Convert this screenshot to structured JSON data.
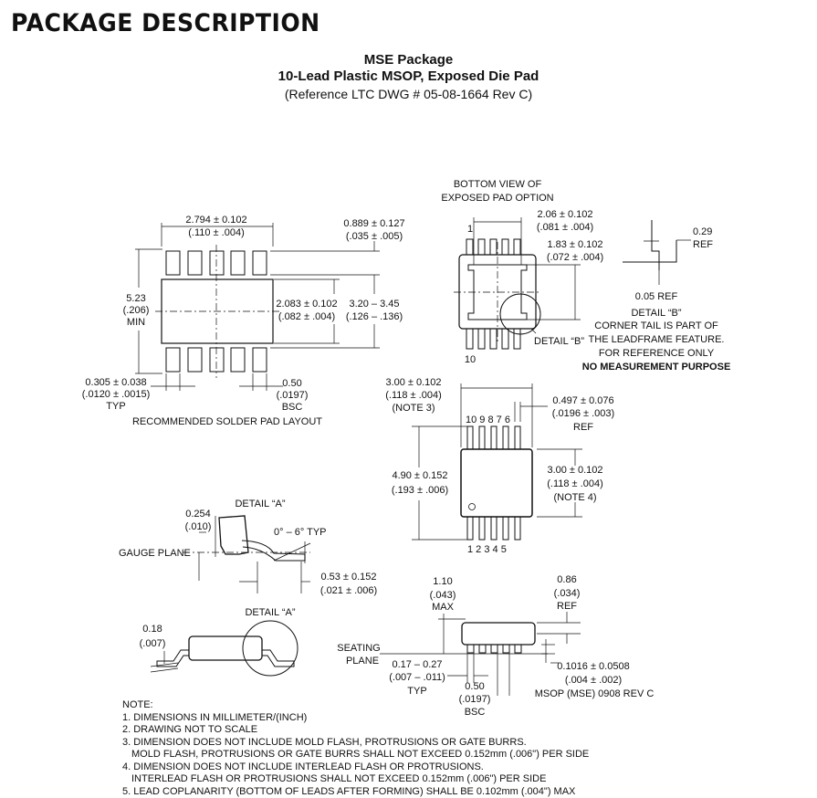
{
  "heading": "PACKAGE DESCRIPTION",
  "title": {
    "line1": "MSE Package",
    "line2": "10-Lead Plastic MSOP, Exposed Die Pad",
    "line3": "(Reference LTC DWG # 05-08-1664 Rev C)"
  },
  "solder_layout": {
    "dim_top": "2.794 ± 0.102",
    "dim_top_in": "(.110 ± .004)",
    "dim_pad_h": "0.889 ± 0.127",
    "dim_pad_h_in": "(.035 ± .005)",
    "dim_left": "5.23",
    "dim_left_in": "(.206)",
    "dim_left_min": "MIN",
    "dim_mid": "2.083 ± 0.102",
    "dim_mid_in": "(.082 ± .004)",
    "dim_span": "3.20 – 3.45",
    "dim_span_in": "(.126 – .136)",
    "dim_width": "0.305 ± 0.038",
    "dim_width_in": "(.0120 ± .0015)",
    "dim_width_typ": "TYP",
    "dim_pitch": "0.50",
    "dim_pitch_in": "(.0197)",
    "dim_pitch_bsc": "BSC",
    "caption": "RECOMMENDED SOLDER PAD LAYOUT"
  },
  "bottom_view": {
    "label1": "BOTTOM VIEW OF",
    "label2": "EXPOSED PAD OPTION",
    "pin1": "1",
    "pin10": "10",
    "dim_a": "2.06 ± 0.102",
    "dim_a_in": "(.081 ± .004)",
    "dim_b": "1.83 ± 0.102",
    "dim_b_in": "(.072 ± .004)",
    "detail_b": "DETAIL “B”"
  },
  "detail_b_box": {
    "dim": "0.29",
    "ref": "REF",
    "dim2": "0.05 REF",
    "label": "DETAIL “B”",
    "note1": "CORNER TAIL IS PART OF",
    "note2": "THE LEADFRAME FEATURE.",
    "note3": "FOR REFERENCE ONLY",
    "note4": "NO MEASUREMENT PURPOSE"
  },
  "top_view": {
    "dim_w": "3.00 ± 0.102",
    "dim_w_in": "(.118 ± .004)",
    "dim_w_note": "(NOTE 3)",
    "dim_lead": "0.497 ± 0.076",
    "dim_lead_in": "(.0196 ± .003)",
    "dim_lead_ref": "REF",
    "pins_top": "10 9 8 7 6",
    "pins_bottom": "1 2 3 4 5",
    "dim_h": "4.90 ± 0.152",
    "dim_h_in": "(.193 ± .006)",
    "dim_body": "3.00 ± 0.102",
    "dim_body_in": "(.118 ± .004)",
    "dim_body_note": "(NOTE 4)"
  },
  "gauge": {
    "dim_254": "0.254",
    "dim_254_in": "(.010)",
    "detail_a": "DETAIL “A”",
    "angle": "0° – 6° TYP",
    "gauge_plane": "GAUGE PLANE",
    "dim_53": "0.53 ± 0.152",
    "dim_53_in": "(.021 ± .006)"
  },
  "side": {
    "dim_018": "0.18",
    "dim_018_in": "(.007)",
    "detail_a": "DETAIL “A”"
  },
  "profile": {
    "dim_110": "1.10",
    "dim_110_in": "(.043)",
    "dim_110_max": "MAX",
    "dim_086": "0.86",
    "dim_086_in": "(.034)",
    "dim_086_ref": "REF",
    "seating1": "SEATING",
    "seating2": "PLANE",
    "dim_lead": "0.17 – 0.27",
    "dim_lead_in": "(.007 – .011)",
    "dim_lead_typ": "TYP",
    "dim_pitch": "0.50",
    "dim_pitch_in": "(.0197)",
    "dim_pitch_bsc": "BSC",
    "dim_stand": "0.1016 ± 0.0508",
    "dim_stand_in": "(.004 ± .002)",
    "ref_code": "MSOP (MSE) 0908 REV C"
  },
  "notes": {
    "header": "NOTE:",
    "n1": "1. DIMENSIONS IN MILLIMETER/(INCH)",
    "n2": "2. DRAWING NOT TO SCALE",
    "n3": "3. DIMENSION DOES NOT INCLUDE MOLD FLASH, PROTRUSIONS OR GATE BURRS.",
    "n3b": "MOLD FLASH, PROTRUSIONS OR GATE BURRS SHALL NOT EXCEED 0.152mm (.006\") PER SIDE",
    "n4": "4. DIMENSION DOES NOT INCLUDE INTERLEAD FLASH OR PROTRUSIONS.",
    "n4b": "INTERLEAD FLASH OR PROTRUSIONS SHALL NOT EXCEED 0.152mm (.006\") PER SIDE",
    "n5": "5. LEAD COPLANARITY (BOTTOM OF LEADS AFTER FORMING) SHALL BE 0.102mm (.004\") MAX"
  }
}
